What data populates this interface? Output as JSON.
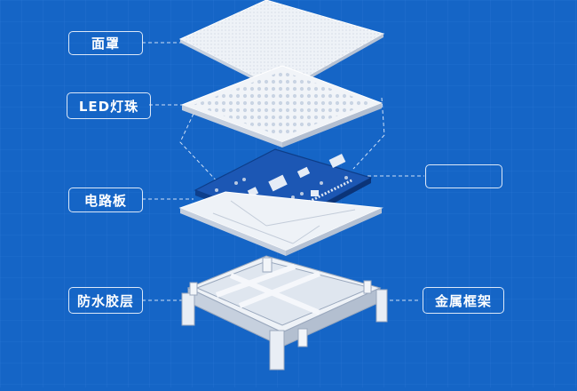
{
  "labels": {
    "mask": "面罩",
    "led": "LED灯珠",
    "pcb": "电路板",
    "waterproof": "防水胶层",
    "frame": "金属框架",
    "blank": ""
  },
  "colors": {
    "background": "#1565c6",
    "line": "#e6eefb",
    "panel": "#eef2f7",
    "pcb": "#1c57b4"
  }
}
